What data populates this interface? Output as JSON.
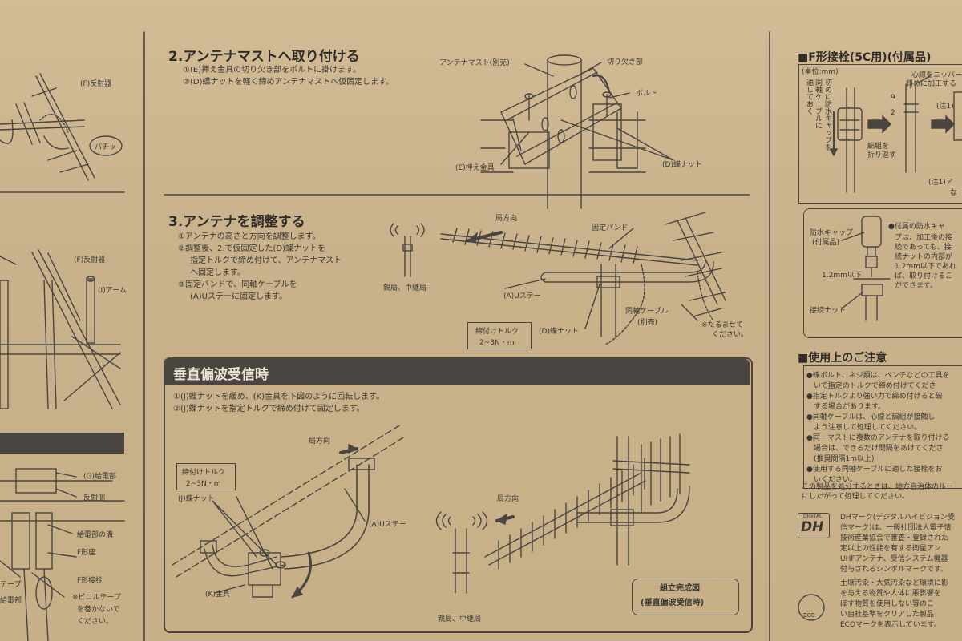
{
  "section2": {
    "title": "2.アンテナマストへ取り付ける",
    "steps": [
      "①(E)押え金具の切り欠き部をボルトに掛けます。",
      "②(D)蝶ナットを軽く締めアンテナマストへ仮固定します。"
    ],
    "labels": {
      "mast": "アンテナマスト(別売)",
      "notch": "切り欠き部",
      "bolt": "ボルト",
      "clamp": "(E)押え金具",
      "wingnut": "(D)蝶ナット"
    }
  },
  "section3": {
    "title": "3.アンテナを調整する",
    "steps": [
      "①アンテナの高さと方向を調整します。",
      "②調整後、2.で仮固定した(D)蝶ナットを",
      "指定トルクで締め付けて、アンテナマスト",
      "へ固定します。",
      "③固定バンドで、同軸ケーブルを",
      "(A)Uステーに固定します。"
    ],
    "labels": {
      "direction": "局方向",
      "band": "固定バンド",
      "station": "親局、中継局",
      "ustay": "(A)Uステー",
      "cable": "同軸ケーブル",
      "cable_sub": "(別売)",
      "wingnut": "(D)蝶ナット",
      "torque_line1": "締付けトルク",
      "torque_line2": "2~3N・m",
      "note": "※たるませて",
      "note2": "ください。"
    }
  },
  "vertical": {
    "title": "垂直偏波受信時",
    "steps": [
      "①(J)蝶ナットを緩め、(K)金具を下図のように回転します。",
      "②(J)蝶ナットを指定トルクで締め付けて固定します。"
    ],
    "labels": {
      "direction": "局方向",
      "direction2": "局方向",
      "torque_line1": "締付けトルク",
      "torque_line2": "2~3N・m",
      "wingnut": "(J)蝶ナット",
      "ustay": "(A)Uステー",
      "bracket": "(K)金具",
      "station": "親局、中継局",
      "complete1": "組立完成図",
      "complete2": "(垂直偏波受信時)"
    }
  },
  "left": {
    "labels": {
      "reflector1": "(F)反射器",
      "click": "パチッ",
      "reflector2": "(F)反射器",
      "arm": "(I)アーム",
      "feed": "(G)給電部",
      "reflect_side": "反射側",
      "feed_end": "給電部の溝",
      "fshape": "F形座",
      "ftype": "F形接栓",
      "tape1": "テープ",
      "tape2": "給電部",
      "vinyl1": "※ビニルテープ",
      "vinyl2": "を巻かないで",
      "vinyl3": "ください。"
    }
  },
  "right": {
    "title_f": "■F形接栓(5C用)(付属品)",
    "unit": "(単位:mm)",
    "vcol": [
      "同軸ケーブルに",
      "初めに防水キャップを",
      "通しておく"
    ],
    "core1": "心線をニッパー",
    "core2": "斜めに加工する",
    "dim9": "9",
    "dim2": "2",
    "fold1": "編組を",
    "fold2": "折り返す",
    "note_a": "(注1)",
    "note_b": "(注1)ア",
    "note_c": "な",
    "cap1": "防水キャップ",
    "cap2": "(付属品)",
    "capdesc": [
      "●付属の防水キャ",
      "プは、加工後の接",
      "続であっても、接",
      "続ナットの内部が",
      "1.2mm以下であれ",
      "ば、取り付けるこ",
      "ができます。"
    ],
    "dim12": "1.2mm以下",
    "nut": "接続ナット",
    "caution_title": "■使用上のご注意",
    "cautions": [
      "●蝶ボルト、ネジ類は、ペンチなどの工具を",
      "いて指定のトルクで締め付けてくださ",
      "●指定トルクより強い力で締め付けると破",
      "する場合があります。",
      "●同軸ケーブルは、心線と編組が接触し",
      "よう注意して処理してください。",
      "●同一マストに複数のアンテナを取り付ける",
      "場合は、できるだけ間隔をあけてくださ",
      "(推奨間隔1m以上)",
      "●使用する同軸ケーブルに適した接栓をお",
      "いください。"
    ],
    "dispose": [
      "この製品を処分するときは、地方自治体のルー",
      "にしたがって処理してください。"
    ],
    "dh_logo": "DH",
    "dh_small": "DIGITAL",
    "dh_text": [
      "DHマーク(デジタルハイビジョン受",
      "信マーク)は、一般社団法人電子情",
      "技術産業協会で審査・登録された",
      "定以上の性能を有する衛星アン",
      "UHFアンテナ、受信システム機器",
      "付与されるシンボルマークです。"
    ],
    "eco_logo": "ECO",
    "eco_text": [
      "土壌汚染・大気汚染など環境に影",
      "を与える物質や人体に悪影響を",
      "ぼす物質を使用しない等のこ",
      "い自社基準をクリアした製品",
      "ECOマークを表示しています。"
    ]
  }
}
